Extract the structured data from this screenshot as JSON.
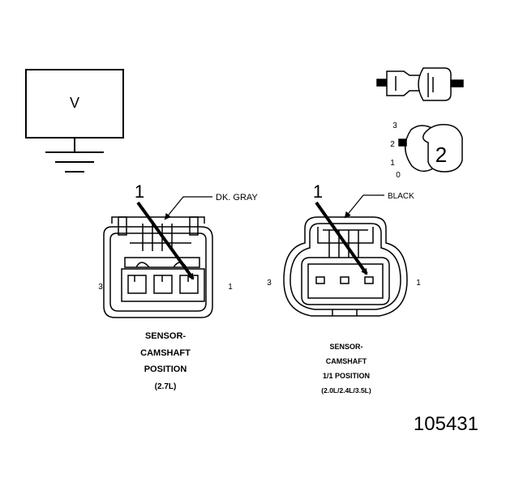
{
  "voltmeter": {
    "label": "V"
  },
  "inset": {
    "callout": "2",
    "scale": [
      "3",
      "2",
      "1",
      "0"
    ]
  },
  "left_connector": {
    "callout": "1",
    "color_label": "DK. GRAY",
    "pin_left": "3",
    "pin_right": "1",
    "caption": [
      "SENSOR-",
      "CAMSHAFT",
      "POSITION",
      "(2.7L)"
    ]
  },
  "right_connector": {
    "callout": "1",
    "color_label": "BLACK",
    "pin_left": "3",
    "pin_right": "1",
    "caption": [
      "SENSOR-",
      "CAMSHAFT",
      "1/1 POSITION",
      "(2.0L/2.4L/3.5L)"
    ]
  },
  "figure_number": "105431"
}
